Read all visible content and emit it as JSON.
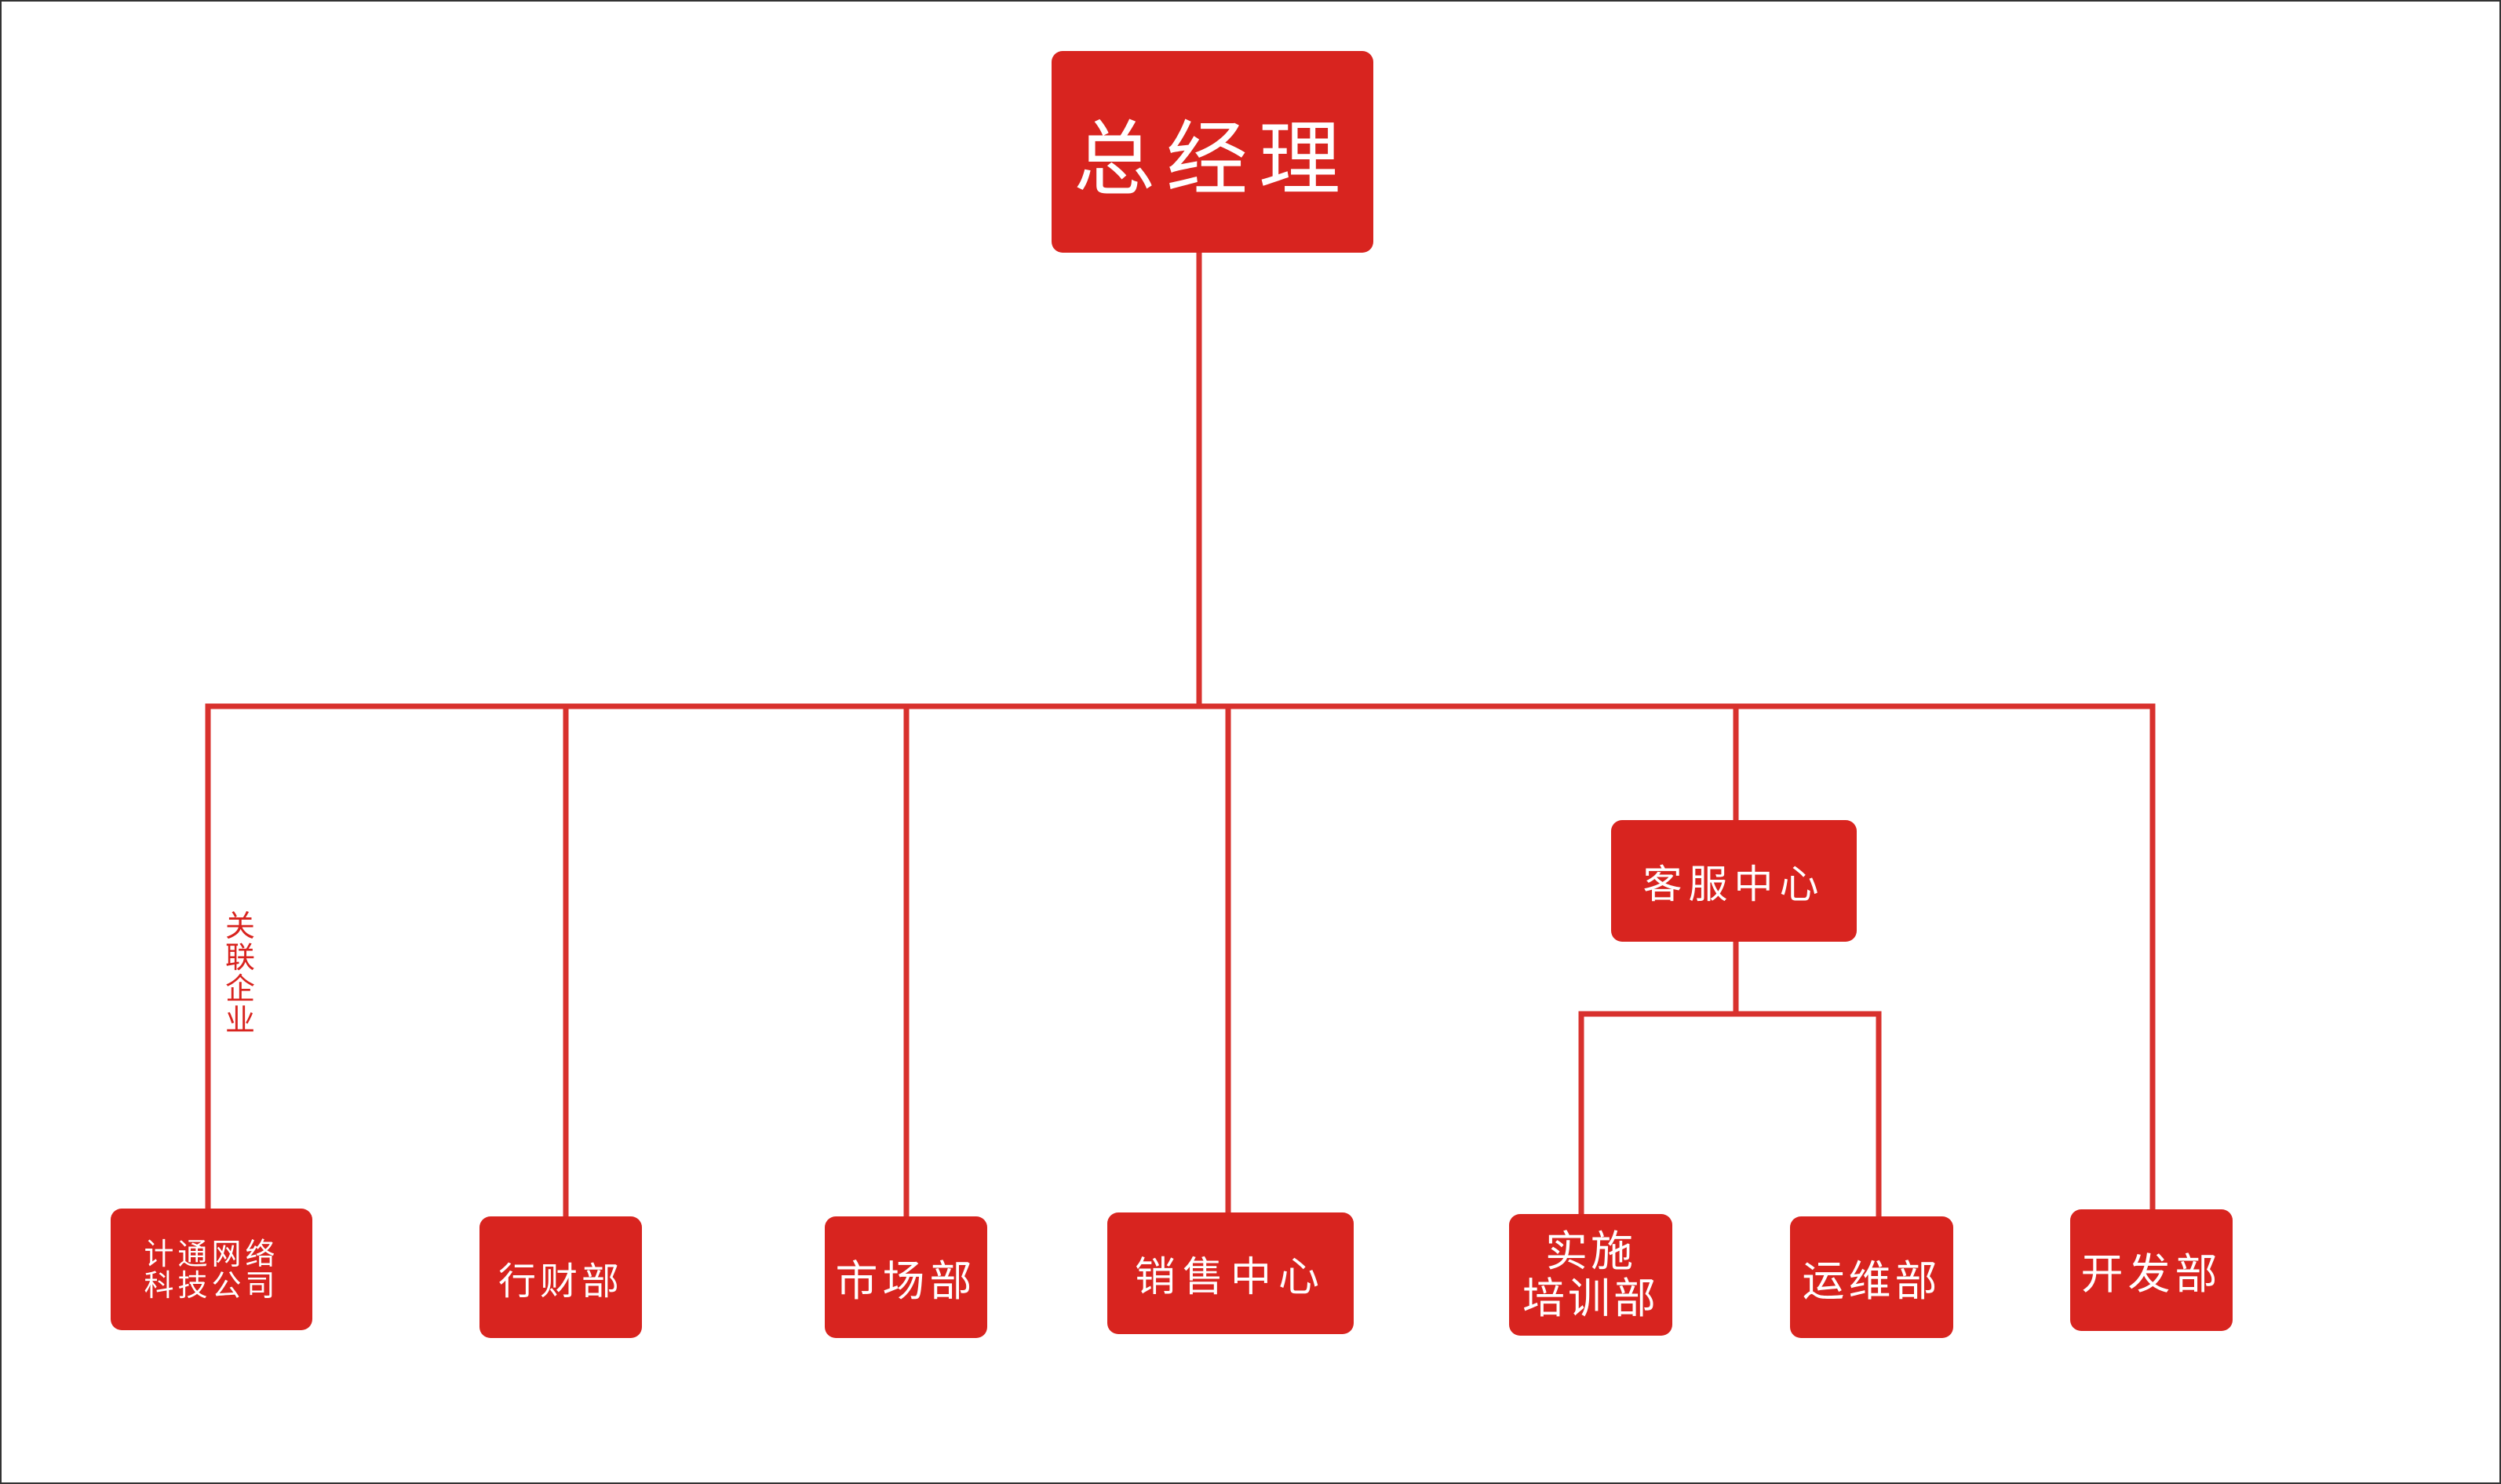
{
  "colors": {
    "box_fill": "#d8241f",
    "line": "#d8312d",
    "text": "#ffffff",
    "border": "#333333"
  },
  "root": {
    "label": "总经理"
  },
  "branches": {
    "affiliate_label": "关\n联\n企\n业",
    "affiliate": "计通网络\n科技公司",
    "admin_finance": "行财部",
    "marketing": "市场部",
    "sales": "销售中心",
    "customer_service": "客服中心",
    "development": "开发部"
  },
  "customer_service_children": {
    "implementation": "实施\n培训部",
    "operations": "运维部"
  }
}
